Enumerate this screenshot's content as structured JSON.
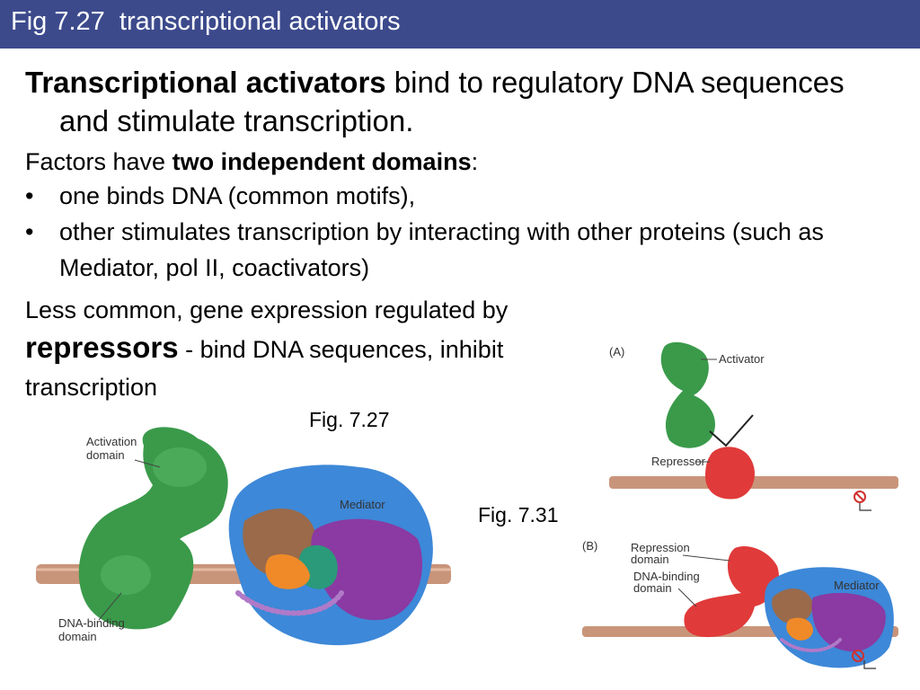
{
  "header": {
    "title": "Fig 7.27  transcriptional activators"
  },
  "body": {
    "p1_bold": "Transcriptional activators",
    "p1_rest": " bind to regulatory DNA sequences and stimulate transcription.",
    "p2_pre": "Factors have ",
    "p2_bold": "two independent domains",
    "p2_post": ":",
    "bullet_symbol": "•",
    "bullets": [
      "one binds DNA  (common motifs),",
      "other stimulates transcription by interacting with other proteins (such as Mediator, pol II, coactivators)"
    ],
    "p3_pre": "Less common, gene expression regulated by ",
    "p3_bold": "repressors",
    "p3_post": " - bind DNA sequences, inhibit transcription"
  },
  "captions": {
    "fig727": "Fig. 7.27",
    "fig731": "Fig. 7.31"
  },
  "figure727": {
    "activation_domain_label": "Activation domain",
    "dna_binding_label": "DNA-binding domain",
    "mediator_label": "Mediator"
  },
  "figure731": {
    "panel_a": "(A)",
    "panel_b": "(B)",
    "activator_label": "Activator",
    "repressor_label": "Repressor",
    "repression_domain_label": "Repression domain",
    "dna_binding_label": "DNA-binding domain",
    "mediator_label": "Mediator"
  },
  "colors": {
    "title_bar": "#3c4a8c",
    "activator_green": "#3a9a4a",
    "repressor_red": "#e03a3a",
    "mediator_blue": "#3d88d8",
    "dna_tan": "#c9957a"
  }
}
